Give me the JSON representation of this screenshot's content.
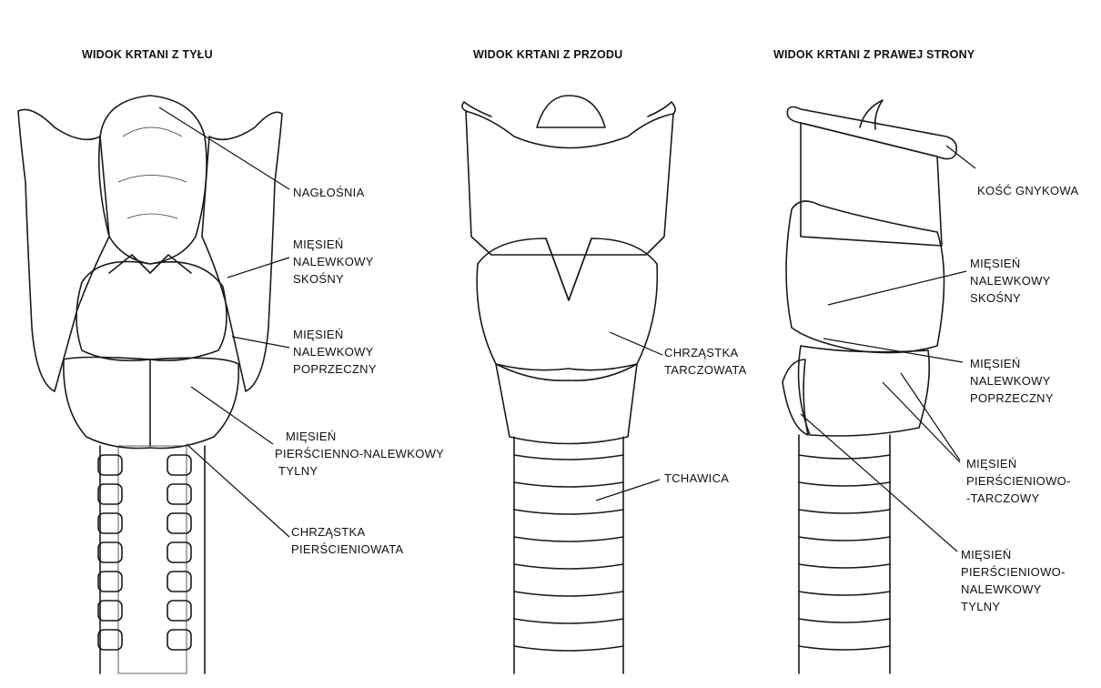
{
  "titles": {
    "back": "WIDOK KRTANI Z TYŁU",
    "front": "WIDOK KRTANI Z PRZODU",
    "right": "WIDOK KRTANI Z PRAWEJ STRONY"
  },
  "labels": {
    "naglosnia": [
      "NAGŁOŚNIA"
    ],
    "back_skosny": [
      "MIĘSIEŃ",
      "NALEWKOWY",
      "SKOŚNY"
    ],
    "back_poprzeczny": [
      "MIĘSIEŃ",
      "NALEWKOWY",
      "POPRZECZNY"
    ],
    "back_tylny": [
      "MIĘSIEŃ",
      "PIERŚCIENNO-NALEWKOWY",
      "TYLNY"
    ],
    "back_chrzastka": [
      "CHRZĄSTKA",
      "PIERŚCIENIOWATA"
    ],
    "front_tarczowata": [
      "CHRZĄSTKA",
      "TARCZOWATA"
    ],
    "front_tchawica": [
      "TCHAWICA"
    ],
    "right_kosc": [
      "KOŚĆ GNYKOWA"
    ],
    "right_skosny": [
      "MIĘSIEŃ",
      "NALEWKOWY",
      "SKOŚNY"
    ],
    "right_poprzeczny": [
      "MIĘSIEŃ",
      "NALEWKOWY",
      "POPRZECZNY"
    ],
    "right_tarczowy": [
      "MIĘSIEŃ",
      "PIERŚCIENIOWO-",
      "-TARCZOWY"
    ],
    "right_tylny": [
      "MIĘSIEŃ",
      "PIERŚCIENIOWO-",
      "NALEWKOWY",
      "TYLNY"
    ]
  }
}
